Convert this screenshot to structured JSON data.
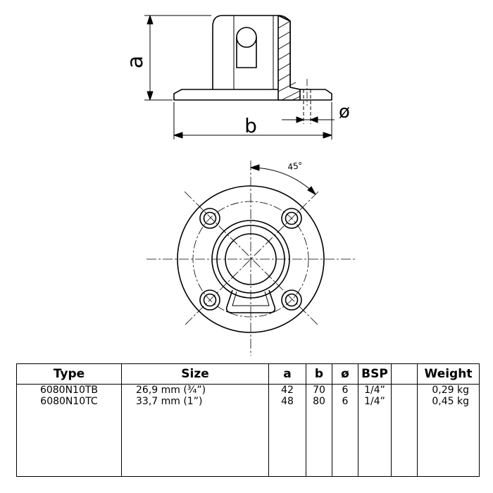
{
  "drawing": {
    "dim_a": "a",
    "dim_b": "b",
    "dim_diameter": "ø",
    "dim_angle": "45°"
  },
  "table": {
    "headers": {
      "type": "Type",
      "size": "Size",
      "a": "a",
      "b": "b",
      "diameter": "ø",
      "bsp": "BSP",
      "blank": "",
      "weight": "Weight"
    },
    "rows": [
      {
        "type": "6080N10TB",
        "size": "26,9 mm (¾”)",
        "a": "42",
        "b": "70",
        "diameter": "6",
        "bsp": "1/4”",
        "blank": "",
        "weight": "0,29 kg"
      },
      {
        "type": "6080N10TC",
        "size": "33,7 mm (1”)",
        "a": "48",
        "b": "80",
        "diameter": "6",
        "bsp": "1/4”",
        "blank": "",
        "weight": "0,45 kg"
      }
    ]
  }
}
